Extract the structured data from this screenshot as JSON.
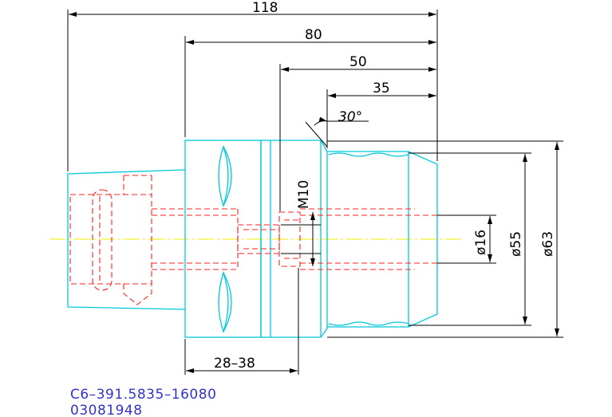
{
  "dimensions": {
    "overall_length": "118",
    "length_80": "80",
    "length_50": "50",
    "length_35": "35",
    "angle": "30°",
    "thread": "M10",
    "range": "28–38",
    "dia_16": "ø16",
    "dia_55": "ø55",
    "dia_63": "ø63"
  },
  "part": {
    "code": "C6–391.5835–16080",
    "number": "03081948"
  },
  "colors": {
    "outline": "#00c8dc",
    "hidden": "#ff2020",
    "dimension": "#000000",
    "centerline": "#f0f000",
    "label": "#3333cc"
  }
}
